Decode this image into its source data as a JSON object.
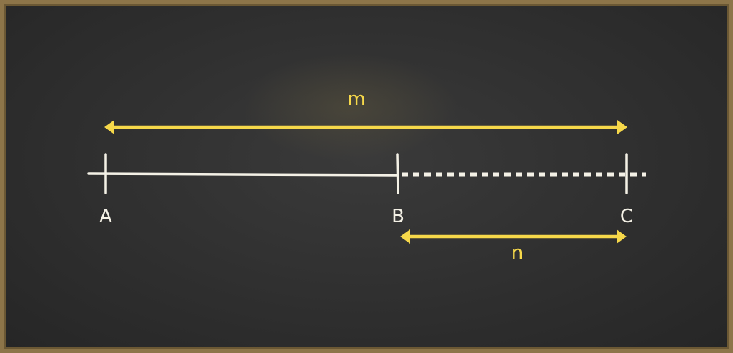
{
  "points": {
    "a": {
      "label": "A"
    },
    "b": {
      "label": "B"
    },
    "c": {
      "label": "C"
    }
  },
  "measures": {
    "m": {
      "label": "m"
    },
    "n": {
      "label": "n"
    }
  },
  "colors": {
    "chalk": "#f4f1e6",
    "highlight": "#f6d84a",
    "board": "#313131",
    "frame": "#8d7549"
  }
}
